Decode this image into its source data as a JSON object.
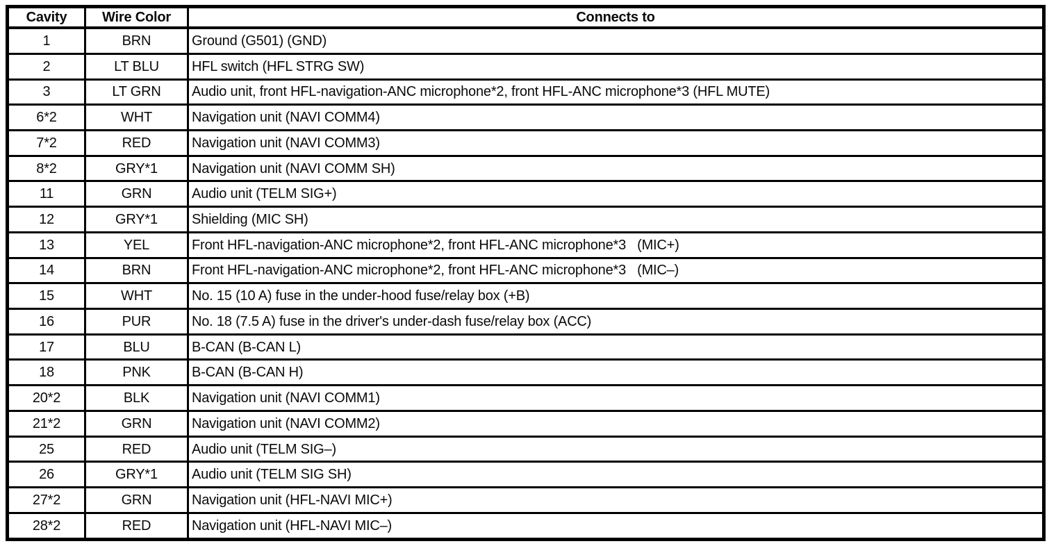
{
  "table": {
    "columns": [
      "Cavity",
      "Wire Color",
      "Connects to"
    ],
    "rows": [
      [
        "1",
        "BRN",
        "Ground (G501) (GND)"
      ],
      [
        "2",
        "LT BLU",
        "HFL switch (HFL STRG SW)"
      ],
      [
        "3",
        "LT GRN",
        "Audio unit, front HFL-navigation-ANC microphone*2, front HFL-ANC microphone*3 (HFL MUTE)"
      ],
      [
        "6*2",
        "WHT",
        "Navigation unit (NAVI COMM4)"
      ],
      [
        "7*2",
        "RED",
        "Navigation unit (NAVI COMM3)"
      ],
      [
        "8*2",
        "GRY*1",
        "Navigation unit (NAVI COMM SH)"
      ],
      [
        "11",
        "GRN",
        "Audio unit (TELM SIG+)"
      ],
      [
        "12",
        "GRY*1",
        "Shielding (MIC SH)"
      ],
      [
        "13",
        "YEL",
        "Front HFL-navigation-ANC microphone*2, front HFL-ANC microphone*3   (MIC+)"
      ],
      [
        "14",
        "BRN",
        "Front HFL-navigation-ANC microphone*2, front HFL-ANC microphone*3   (MIC–)"
      ],
      [
        "15",
        "WHT",
        "No. 15 (10 A) fuse in the under-hood fuse/relay box (+B)"
      ],
      [
        "16",
        "PUR",
        "No. 18 (7.5 A) fuse in the driver's under-dash fuse/relay box (ACC)"
      ],
      [
        "17",
        "BLU",
        "B-CAN (B-CAN L)"
      ],
      [
        "18",
        "PNK",
        "B-CAN (B-CAN H)"
      ],
      [
        "20*2",
        "BLK",
        "Navigation unit (NAVI COMM1)"
      ],
      [
        "21*2",
        "GRN",
        "Navigation unit (NAVI COMM2)"
      ],
      [
        "25",
        "RED",
        "Audio unit (TELM SIG–)"
      ],
      [
        "26",
        "GRY*1",
        "Audio unit (TELM SIG SH)"
      ],
      [
        "27*2",
        "GRN",
        "Navigation unit (HFL-NAVI MIC+)"
      ],
      [
        "28*2",
        "RED",
        "Navigation unit (HFL-NAVI MIC–)"
      ]
    ],
    "colors": {
      "border": "#000000",
      "text": "#0a0a0a",
      "background": "#ffffff"
    }
  }
}
